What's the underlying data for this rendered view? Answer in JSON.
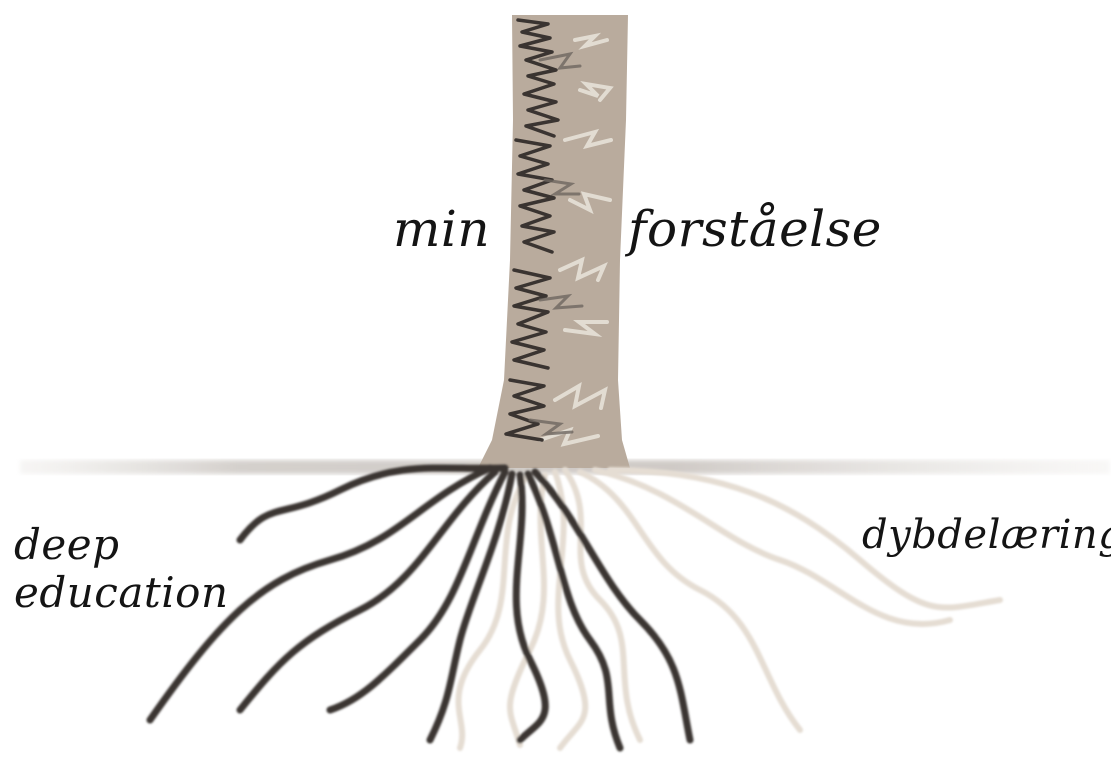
{
  "labels": {
    "min": "min",
    "forstaelse": "forståelse",
    "deep_line1": "deep",
    "deep_line2": "education",
    "dybdelaering": "dybdelæring"
  },
  "colors": {
    "background": "#ffffff",
    "ink": "#141414",
    "bark_light": "#b9ab9d",
    "bark_dark": "#3a3431",
    "root_dark": "#3a3431",
    "root_light": "#e5ddd3",
    "ground_line": "#d6d2ce"
  },
  "icons": [
    "tree-trunk-illustration",
    "roots-illustration",
    "ground-line"
  ]
}
